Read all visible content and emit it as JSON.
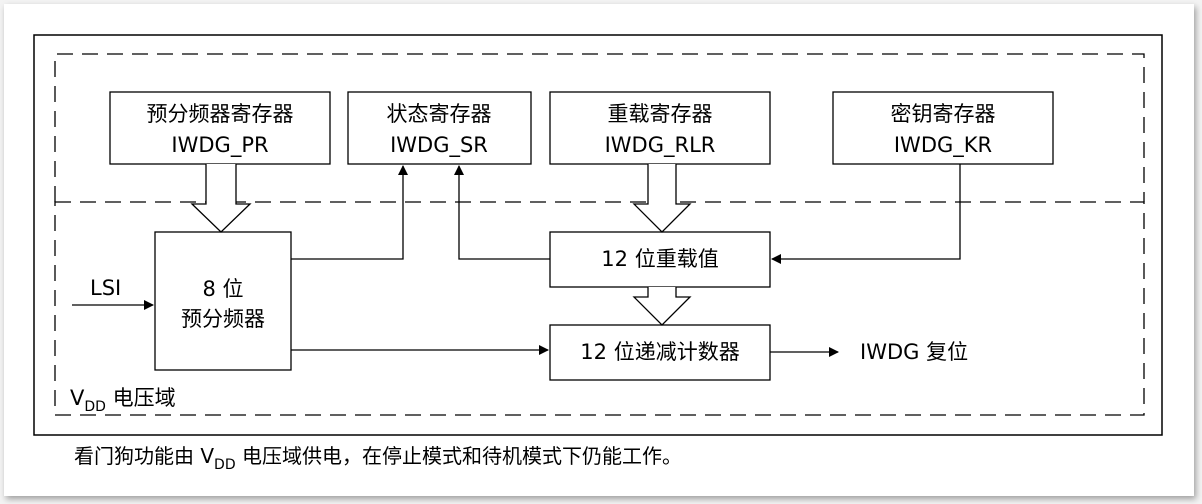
{
  "blocks": {
    "pr": {
      "line1": "预分频器寄存器",
      "line2": "IWDG_PR"
    },
    "sr": {
      "line1": "状态寄存器",
      "line2": "IWDG_SR"
    },
    "rlr": {
      "line1": "重载寄存器",
      "line2": "IWDG_RLR"
    },
    "kr": {
      "line1": "密钥寄存器",
      "line2": "IWDG_KR"
    },
    "prescaler": {
      "line1": "8 位",
      "line2": "预分频器"
    },
    "reload_value": {
      "label": "12 位重载值"
    },
    "counter": {
      "label": "12 位递减计数器"
    }
  },
  "inputs": {
    "lsi": "LSI"
  },
  "outputs": {
    "reset": "IWDG 复位"
  },
  "domain": {
    "v": "V",
    "sub": "DD",
    "rest": " 电压域"
  },
  "caption": {
    "before": "看门狗功能由 V",
    "sub": "DD",
    "after": " 电压域供电，在停止模式和待机模式下仍能工作。"
  }
}
